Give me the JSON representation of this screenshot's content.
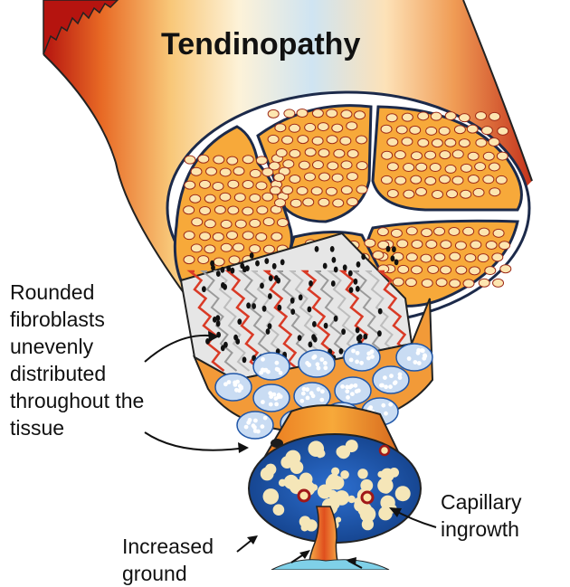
{
  "title": "Tendinopathy",
  "labels": {
    "fibroblasts": [
      "Rounded",
      "fibroblasts",
      "unevenly",
      "distributed",
      "throughout the",
      "tissue"
    ],
    "capillary": [
      "Capillary",
      "ingrowth"
    ],
    "ground_substance": [
      "Increased",
      "ground"
    ]
  },
  "colors": {
    "tendon_red": "#c8231c",
    "tendon_orange": "#f0a04a",
    "tendon_pale": "#fdf3dc",
    "tendon_blue": "#cfe4f2",
    "fascicle_fill": "#f7a93a",
    "fascicle_cell": "#fde6b0",
    "fascicle_outline": "#9c2a18",
    "sheath": "#1c2a4a",
    "vessel_blue": "#1f56a8",
    "arrow": "#111111"
  }
}
